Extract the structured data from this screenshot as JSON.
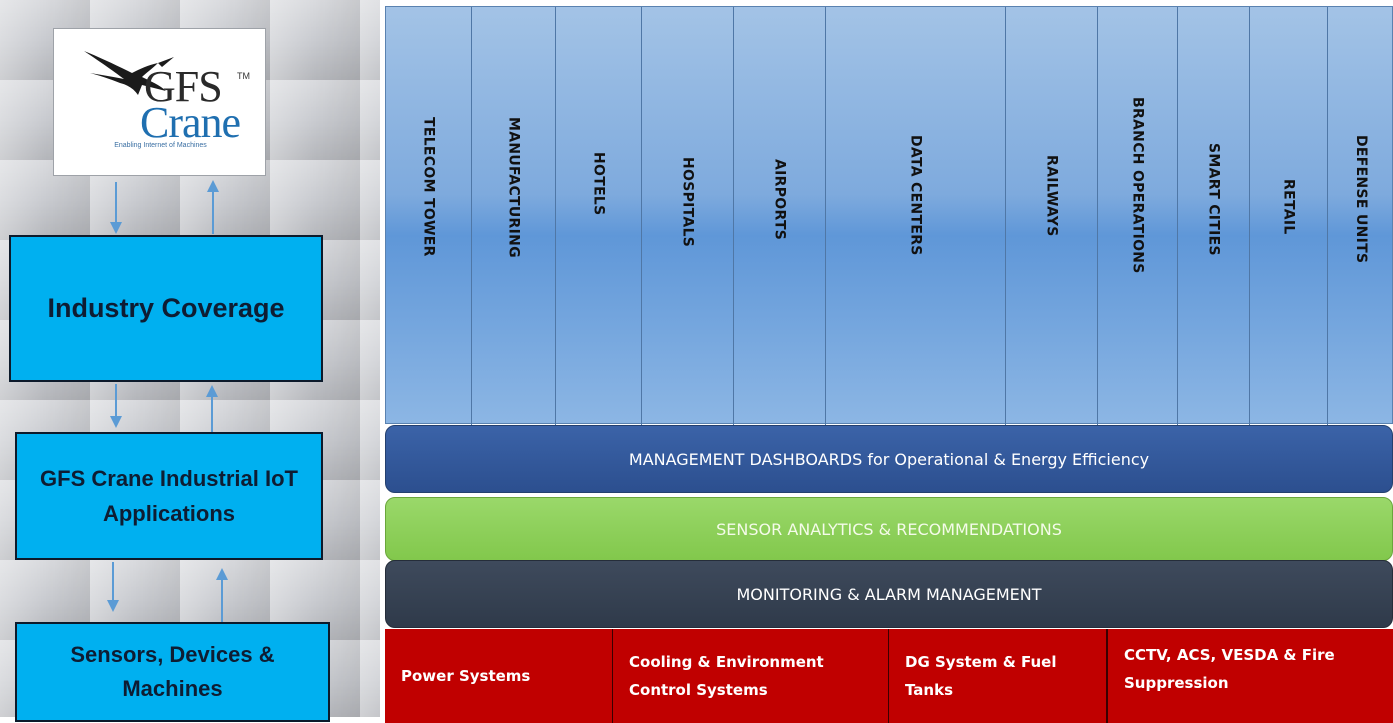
{
  "logo": {
    "brand_top": "GFS",
    "brand_bottom": "Crane",
    "trademark": "TM",
    "tagline": "Enabling Internet of Machines"
  },
  "left_stack": {
    "industry_coverage": "Industry Coverage",
    "applications": "GFS Crane Industrial IoT Applications",
    "sensors": "Sensors, Devices & Machines"
  },
  "industries": [
    "TELECOM TOWER",
    "MANUFACTURING",
    "HOTELS",
    "HOSPITALS",
    "AIRPORTS",
    "DATA CENTERS",
    "RAILWAYS",
    "BRANCH OPERATIONS",
    "SMART CITIES",
    "RETAIL",
    "DEFENSE UNITS"
  ],
  "layers": {
    "dashboards": "MANAGEMENT DASHBOARDS for Operational & Energy Efficiency",
    "analytics": "SENSOR ANALYTICS & RECOMMENDATIONS",
    "monitoring": "MONITORING & ALARM MANAGEMENT"
  },
  "systems": [
    "Power Systems",
    "Cooling & Environment Control Systems",
    "DG System & Fuel Tanks",
    "CCTV, ACS, VESDA & Fire Suppression"
  ],
  "colors": {
    "box_blue": "#00b0f0",
    "columns_blue": "#7eaadd",
    "dashboards_band": "#2c4f8f",
    "analytics_band": "#82c84c",
    "monitoring_band": "#2f3a4a",
    "systems_red": "#c00000"
  }
}
